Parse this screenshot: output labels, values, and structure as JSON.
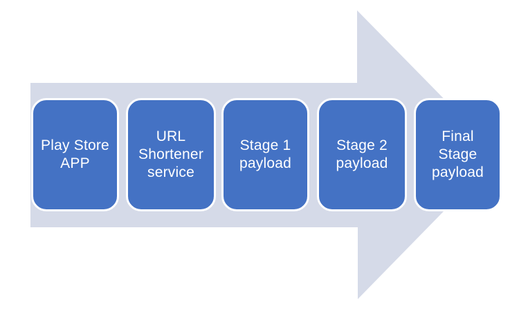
{
  "diagram": {
    "type": "horizontal-process-arrow",
    "direction": "left-to-right",
    "steps": [
      {
        "label": "Play Store\nAPP"
      },
      {
        "label": "URL\nShortener\nservice"
      },
      {
        "label": "Stage 1\npayload"
      },
      {
        "label": "Stage 2\npayload"
      },
      {
        "label": "Final\nStage\npayload"
      }
    ],
    "colors": {
      "box_fill": "#4472C4",
      "box_border": "#FFFFFF",
      "arrow_fill": "#D5DAE8",
      "text": "#FFFFFF",
      "background": "#FFFFFF"
    }
  }
}
